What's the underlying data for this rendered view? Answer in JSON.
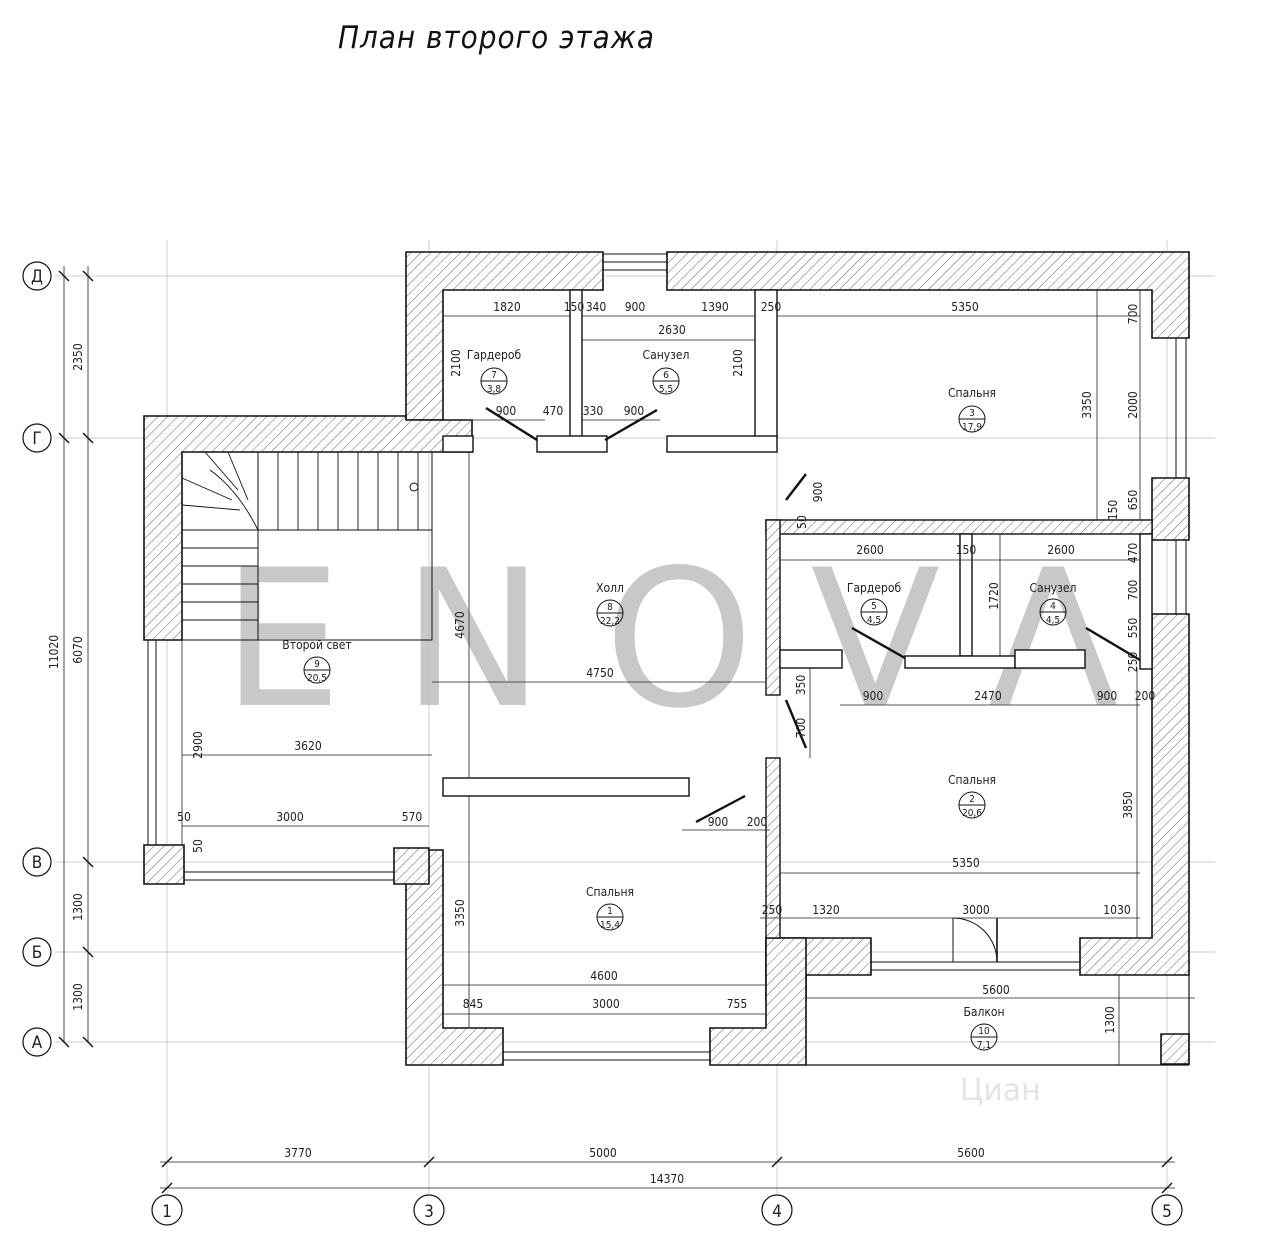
{
  "title": "План второго этажа",
  "watermark": "ENOVA",
  "watermark_small": "Циан",
  "axes_letters": [
    "Д",
    "Г",
    "В",
    "Б",
    "А"
  ],
  "axes_numbers": [
    "1",
    "3",
    "4",
    "5"
  ],
  "rooms": [
    {
      "name": "Гардероб",
      "num": "7",
      "area": "3,8"
    },
    {
      "name": "Санузел",
      "num": "6",
      "area": "5,5"
    },
    {
      "name": "Спальня",
      "num": "3",
      "area": "17,9"
    },
    {
      "name": "Холл",
      "num": "8",
      "area": "22,2"
    },
    {
      "name": "Второй свет",
      "num": "9",
      "area": "20,5"
    },
    {
      "name": "Гардероб",
      "num": "5",
      "area": "4,5"
    },
    {
      "name": "Санузел",
      "num": "4",
      "area": "4,5"
    },
    {
      "name": "Спальня",
      "num": "2",
      "area": "20,6"
    },
    {
      "name": "Спальня",
      "num": "1",
      "area": "15,4"
    },
    {
      "name": "Балкон",
      "num": "10",
      "area": "7,1"
    }
  ],
  "dims": {
    "left_total": "11020",
    "left_2350": "2350",
    "left_6070": "6070",
    "left_1300a": "1300",
    "left_1300b": "1300",
    "top_1820": "1820",
    "top_150": "150",
    "top_340": "340",
    "top_900": "900",
    "top_1390": "1390",
    "top_250": "250",
    "top_5350": "5350",
    "top_2630": "2630",
    "v_2100a": "2100",
    "v_2100b": "2100",
    "d_900a": "900",
    "d_470": "470",
    "d_330": "330",
    "d_900b": "900",
    "v_700": "700",
    "v_2000": "2000",
    "v_3350a": "3350",
    "v_650": "650",
    "v_150": "150",
    "v_900": "900",
    "v_50": "50",
    "g_2600a": "2600",
    "g_150": "150",
    "g_2600b": "2600",
    "v_1720": "1720",
    "v_470": "470",
    "v_700b": "700",
    "v_550": "550",
    "v_250": "250",
    "v_4670": "4670",
    "h_4750": "4750",
    "v_350": "350",
    "v_700c": "700",
    "b_900a": "900",
    "b_2470": "2470",
    "b_900b": "900",
    "b_200": "200",
    "v_2900": "2900",
    "h_3620": "3620",
    "h_50": "50",
    "h_3000a": "3000",
    "h_570": "570",
    "v_50b": "50",
    "h_900": "900",
    "h_200": "200",
    "v_3850": "3850",
    "h_5350b": "5350",
    "h_250": "250",
    "h_1320": "1320",
    "h_3000b": "3000",
    "h_1030": "1030",
    "v_3350b": "3350",
    "h_4600": "4600",
    "h_845": "845",
    "h_3000c": "3000",
    "h_755": "755",
    "h_5600": "5600",
    "v_1300": "1300",
    "bot_3770": "3770",
    "bot_5000": "5000",
    "bot_5600": "5600",
    "bot_14370": "14370"
  }
}
